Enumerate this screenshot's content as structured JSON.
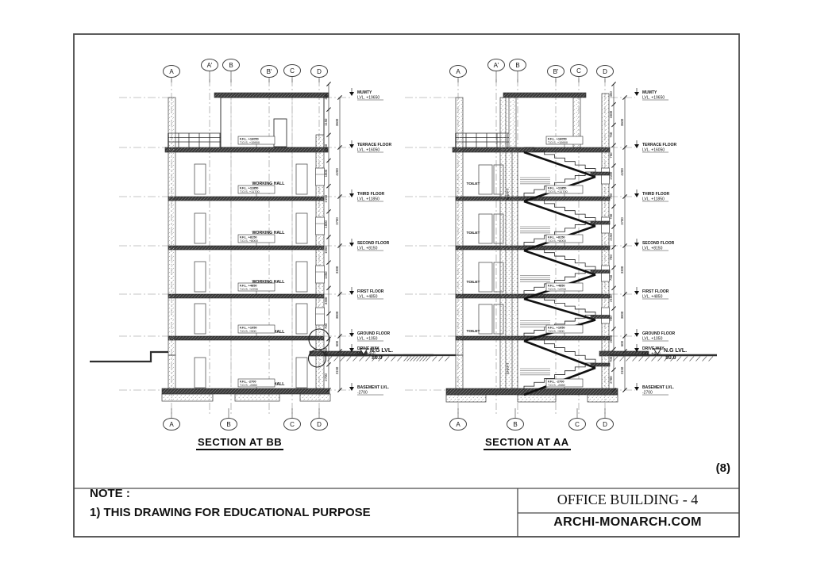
{
  "sheet": {
    "number": "(8)"
  },
  "title_block": {
    "note_heading": "NOTE :",
    "note_item": "1) THIS DRAWING FOR EDUCATIONAL PURPOSE",
    "project": "OFFICE BUILDING - 4",
    "brand": "ARCHI-MONARCH.COM"
  },
  "sections": {
    "bb": {
      "title": "SECTION AT BB",
      "top_grid": [
        "A",
        "A'",
        "B",
        "B'",
        "C",
        "D"
      ],
      "bottom_grid": [
        "A",
        "B",
        "C",
        "D"
      ],
      "room_labels": [
        "WORKING HALL",
        "WORKING HALL",
        "WORKING HALL",
        "WORKING HALL",
        "WORKING HALL"
      ],
      "dims_inner": [
        "450",
        "1150",
        "1150",
        "1800",
        "2150",
        "1800",
        "1550",
        "1350",
        "3300",
        "700",
        "2900",
        "2700"
      ],
      "dims_outer": [
        "3600",
        "4200",
        "3700",
        "3300",
        "3800",
        "600",
        "3150"
      ]
    },
    "aa": {
      "title": "SECTION AT AA",
      "top_grid": [
        "A",
        "A'",
        "B",
        "B'",
        "C",
        "D"
      ],
      "bottom_grid": [
        "A",
        "B",
        "C",
        "D"
      ],
      "room_labels": [
        "TOILET",
        "TOILET",
        "TOILET",
        "TOILET"
      ],
      "shaft_label": "SHAFT",
      "dims_inner": [
        "450",
        "1600",
        "760",
        "760",
        "2100",
        "780",
        "760",
        "2150",
        "780",
        "760",
        "2100",
        "780",
        "2080",
        "700",
        "2700"
      ],
      "dims_outer": [
        "3600",
        "4200",
        "3700",
        "3300",
        "3800",
        "600",
        "3150"
      ]
    }
  },
  "levels": [
    {
      "name": "MUMTY",
      "value": "LVL. +19650"
    },
    {
      "name": "TERRACE FLOOR",
      "value": "LVL. +16050",
      "ffl": "F.F.L. +16050",
      "tos": "T.O.S. +15900"
    },
    {
      "name": "THIRD FLOOR",
      "value": "LVL. +11850",
      "ffl": "F.F.L. +11850",
      "tos": "T.O.S. +11700"
    },
    {
      "name": "SECOND FLOOR",
      "value": "LVL. +8150",
      "ffl": "F.F.L. +8150",
      "tos": "T.O.S. +8000"
    },
    {
      "name": "FIRST FLOOR",
      "value": "LVL. +4850",
      "ffl": "F.F.L. +4850",
      "tos": "T.O.S. +4700"
    },
    {
      "name": "GROUND FLOOR",
      "value": "LVL. +1050",
      "ffl": "F.F.L. +1050",
      "tos": "T.O.S. +900"
    },
    {
      "name": "DRIVE WAY",
      "value": "LVL. +450"
    },
    {
      "name": "BASEMENT LVL.",
      "value": "-2700",
      "ffl": "F.F.L. -2700",
      "tos": "T.O.S. -2850"
    }
  ],
  "ng": {
    "name": "N.G LVL.",
    "value": "±0.0"
  },
  "colors": {
    "line": "#2e2e2e",
    "grid": "#8a8a8a",
    "slab": "#242424",
    "border": "#4a4a4a"
  }
}
